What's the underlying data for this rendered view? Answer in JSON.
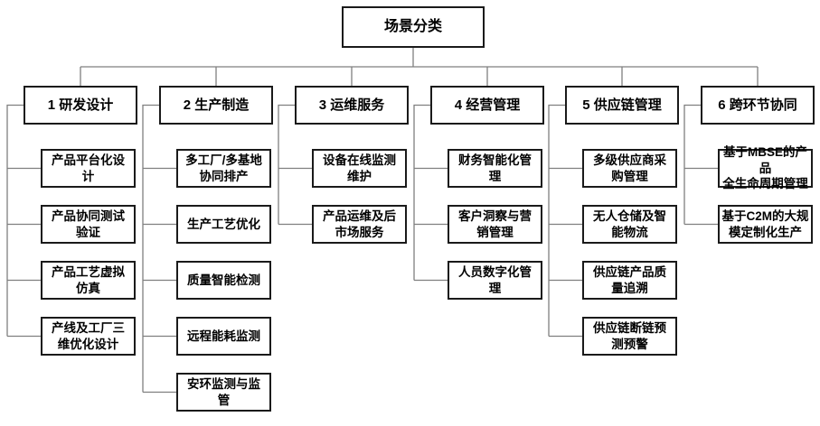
{
  "diagram": {
    "root": {
      "label": "场景分类"
    },
    "colors": {
      "box_border": "#1a1a1a",
      "connector": "#7f7f7f",
      "text": "#000000",
      "background": "#ffffff"
    },
    "branches": [
      {
        "label": "1 研发设计",
        "children": [
          "产品平台化设\n计",
          "产品协同测试\n验证",
          "产品工艺虚拟\n仿真",
          "产线及工厂三\n维优化设计"
        ]
      },
      {
        "label": "2 生产制造",
        "children": [
          "多工厂/多基地\n协同排产",
          "生产工艺优化",
          "质量智能检测",
          "远程能耗监测",
          "安环监测与监\n管"
        ]
      },
      {
        "label": "3 运维服务",
        "children": [
          "设备在线监测\n维护",
          "产品运维及后\n市场服务"
        ]
      },
      {
        "label": "4 经营管理",
        "children": [
          "财务智能化管\n理",
          "客户洞察与营\n销管理",
          "人员数字化管\n理"
        ]
      },
      {
        "label": "5 供应链管理",
        "children": [
          "多级供应商采\n购管理",
          "无人仓储及智\n能物流",
          "供应链产品质\n量追溯",
          "供应链断链预\n测预警"
        ]
      },
      {
        "label": "6 跨环节协同",
        "children": [
          "基于MBSE的产品\n全生命周期管理",
          "基于C2M的大规\n模定制化生产"
        ]
      }
    ]
  }
}
